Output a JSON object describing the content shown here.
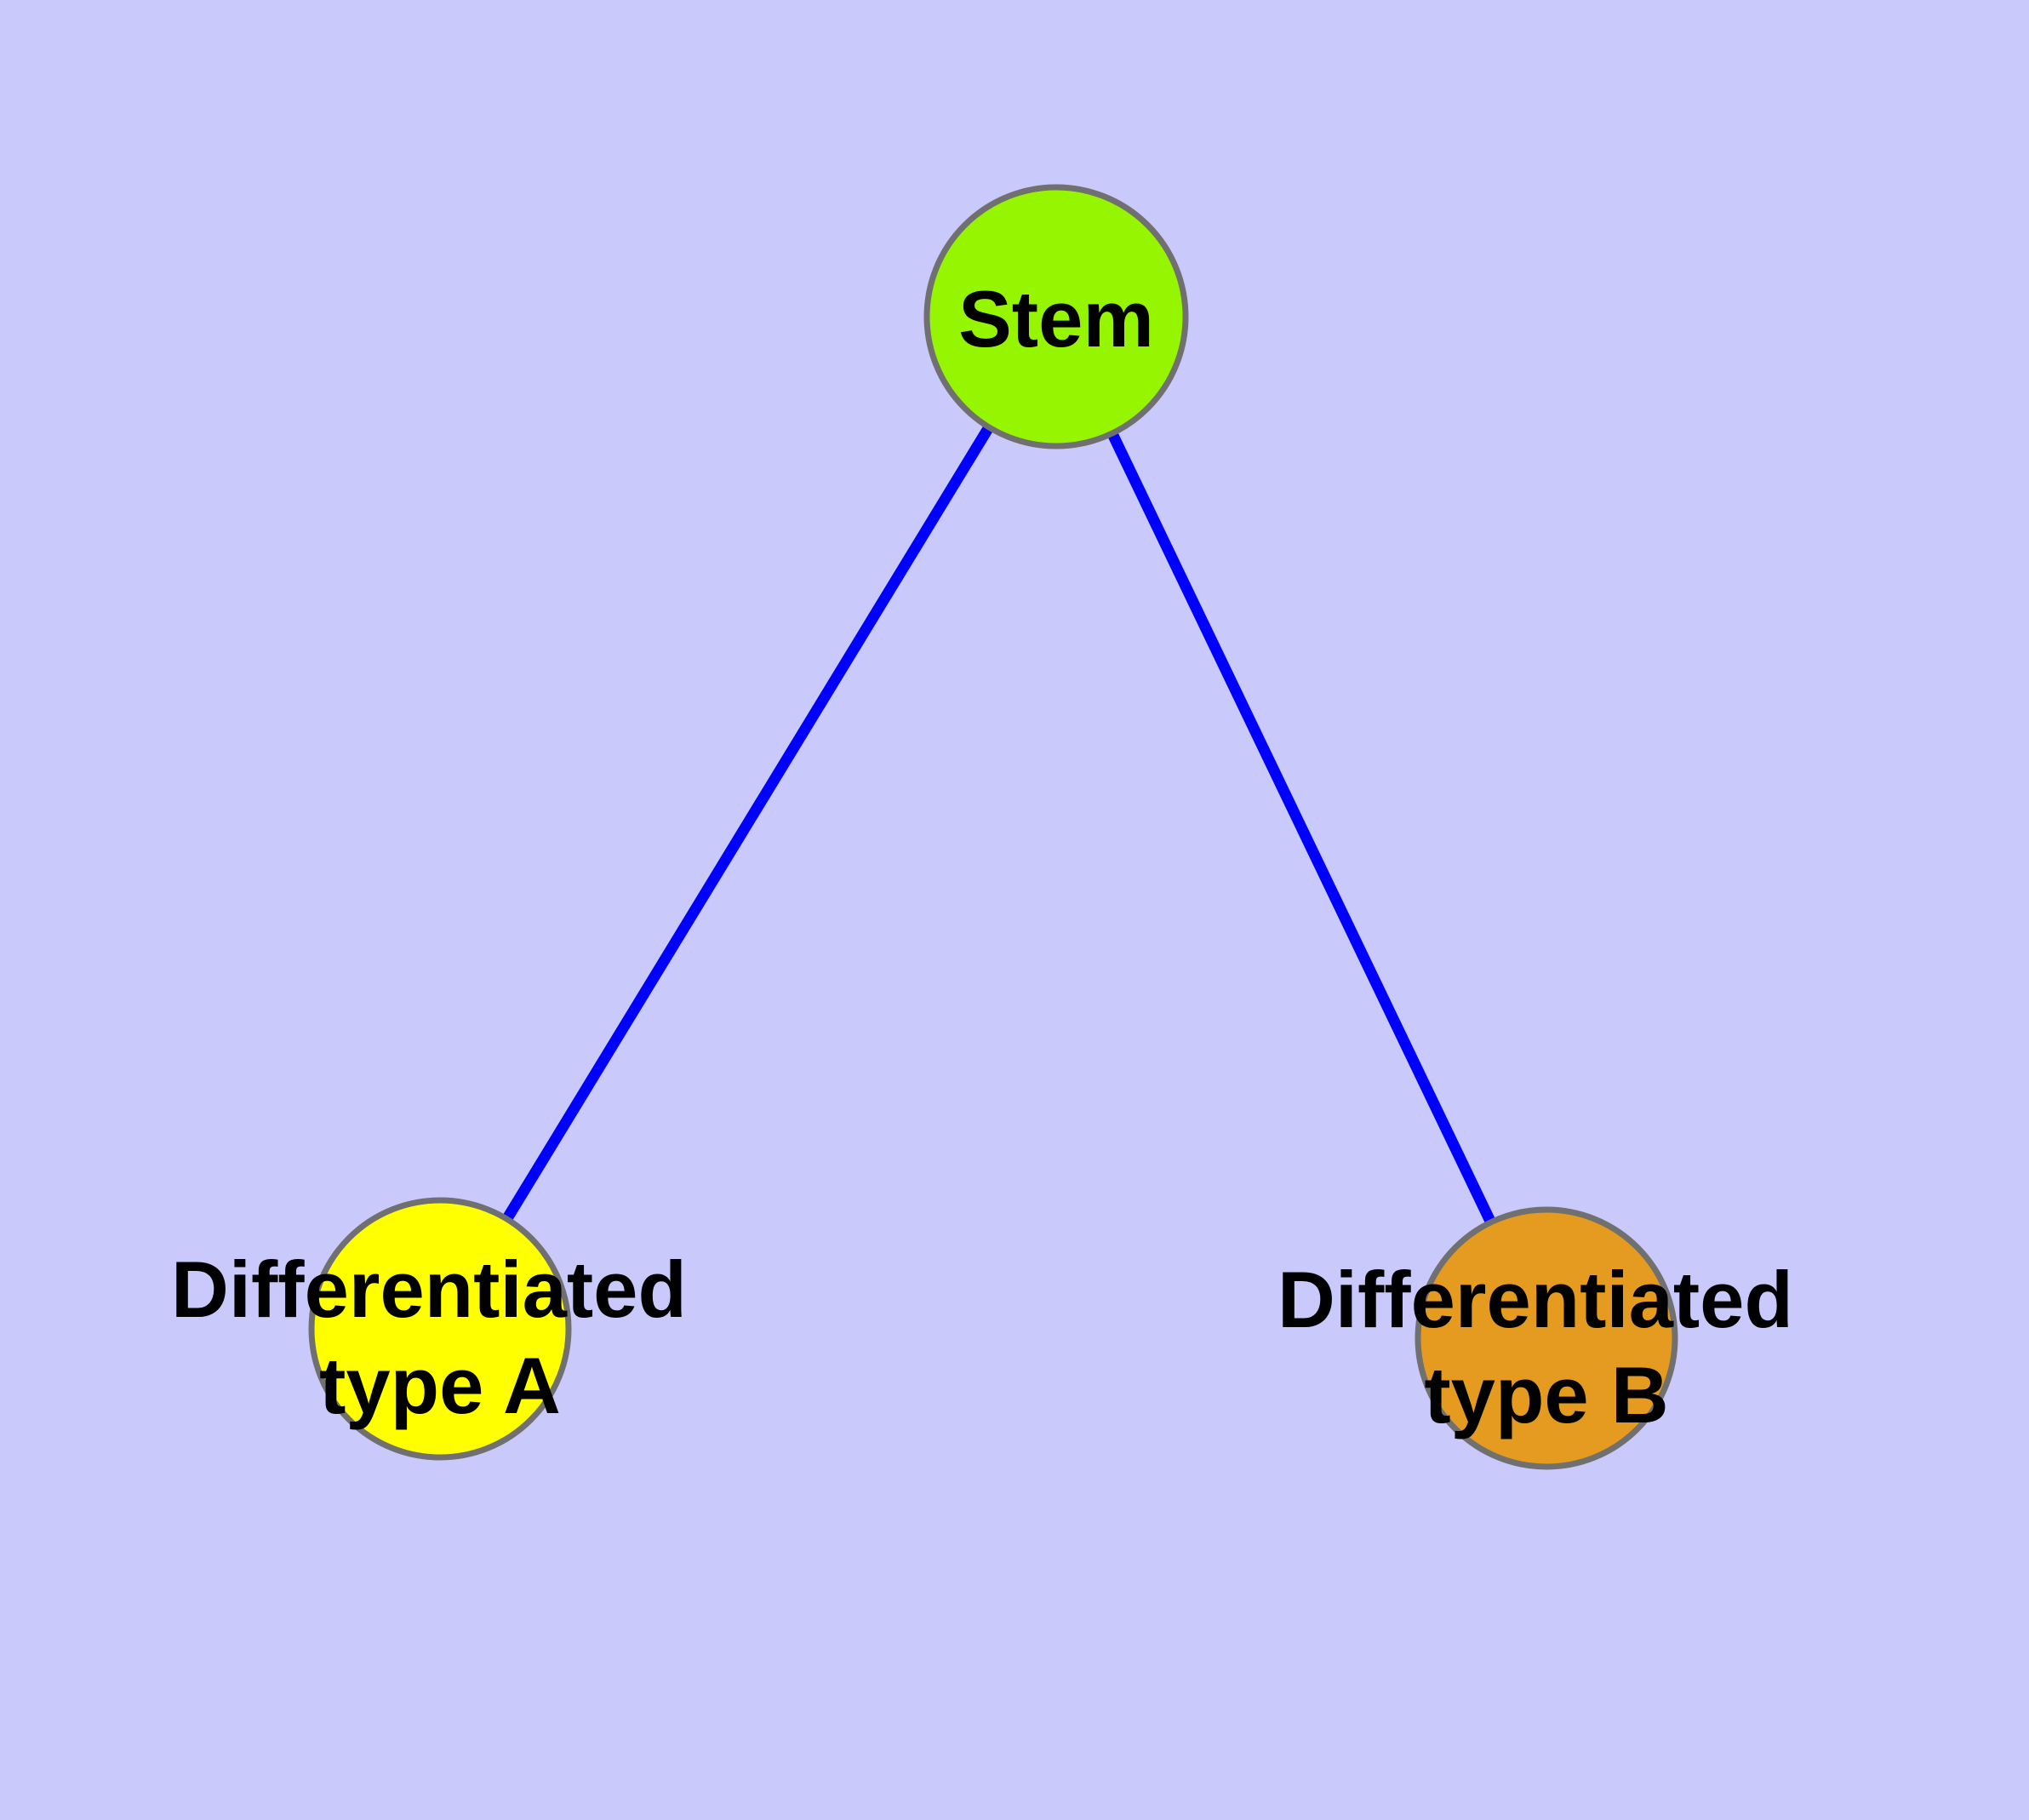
{
  "diagram": {
    "background_color": "#c9c9fc",
    "edge_color": "#0000ff",
    "node_border_color": "#707070",
    "text_color": "#000000",
    "nodes": {
      "stem": {
        "label": "Stem",
        "fill": "#96f500"
      },
      "typeA": {
        "label_line1": "Differentiated",
        "label_line2": "type A",
        "fill": "#ffff00"
      },
      "typeB": {
        "label_line1": "Differentiated",
        "label_line2": "type B",
        "fill": "#e49b1f"
      }
    },
    "edges": [
      {
        "from": "Stem",
        "to": "Differentiated type A"
      },
      {
        "from": "Stem",
        "to": "Differentiated type B"
      }
    ]
  }
}
